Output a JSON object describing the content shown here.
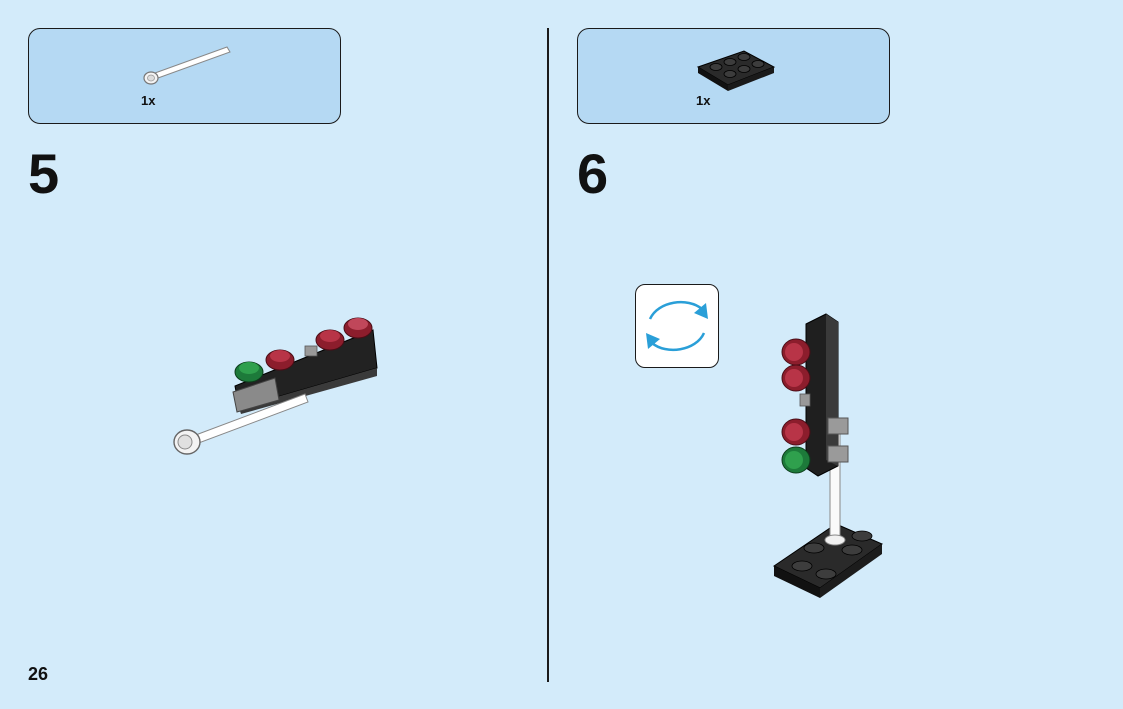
{
  "page": {
    "number": "26"
  },
  "steps": [
    {
      "number": "5",
      "parts": [
        {
          "quantity": "1x",
          "icon": "white-bar-piece"
        }
      ]
    },
    {
      "number": "6",
      "parts": [
        {
          "quantity": "1x",
          "icon": "black-plate-2x3"
        }
      ],
      "callout": {
        "icon": "rotate-model-icon"
      }
    }
  ]
}
